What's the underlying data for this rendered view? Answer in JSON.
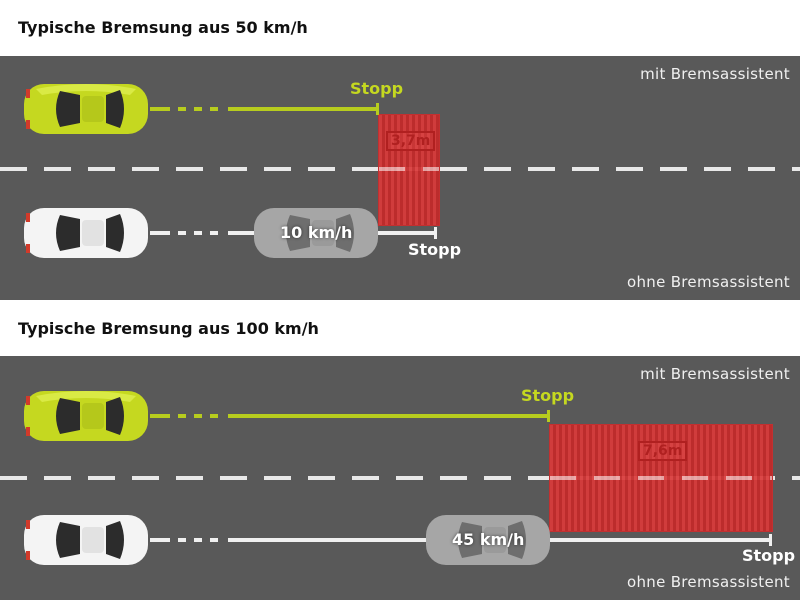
{
  "colors": {
    "road": "#595959",
    "assist_car": "#c5d820",
    "assist_line": "#b7cc1e",
    "normal_car": "#f4f4f4",
    "ghost_car": "#a6a6a6",
    "brake_zone": "#d63c3c",
    "lane_marking": "#e8e8e8"
  },
  "sections": [
    {
      "title": "Typische Bremsung aus 50 km/h",
      "label_with": "mit Bremsassistent",
      "label_without": "ohne Bremsassistent",
      "stop_with": "Stopp",
      "stop_without": "Stopp",
      "speed_without": "10 km/h",
      "distance": "3,7m"
    },
    {
      "title": "Typische Bremsung aus 100 km/h",
      "label_with": "mit Bremsassistent",
      "label_without": "ohne Bremsassistent",
      "stop_with": "Stopp",
      "stop_without": "Stopp",
      "speed_without": "45 km/h",
      "distance": "7,6m"
    }
  ]
}
